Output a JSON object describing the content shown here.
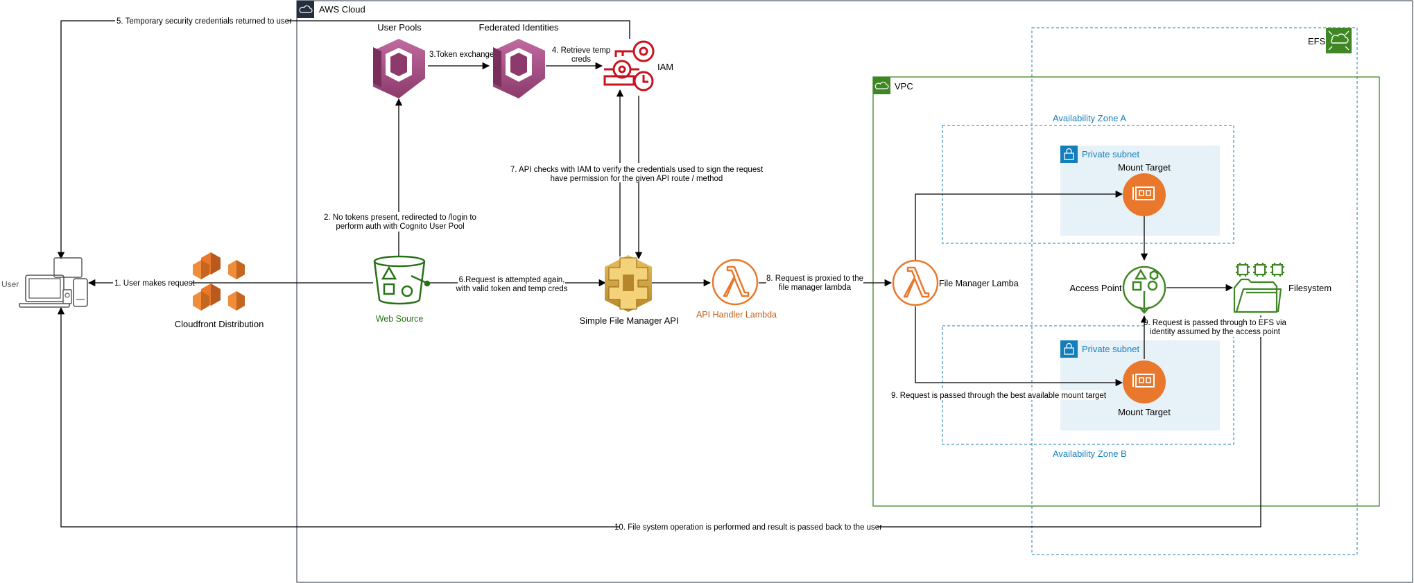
{
  "groups": {
    "aws_cloud": "AWS Cloud",
    "efs": "EFS",
    "vpc": "VPC",
    "az_a": "Availability Zone A",
    "az_b": "Availability Zone B",
    "subnet_a": "Private subnet",
    "subnet_b": "Private subnet"
  },
  "nodes": {
    "user": "User",
    "cloudfront": "Cloudfront Distribution",
    "user_pools": "User Pools",
    "federated": "Federated Identities",
    "iam": "IAM",
    "web_source": "Web Source",
    "api": "Simple File Manager API",
    "api_lambda": "API Handler Lambda",
    "fm_lambda": "File Manager Lamba",
    "mount_a": "Mount Target",
    "mount_b": "Mount Target",
    "access_point": "Access Point",
    "filesystem": "Filesystem"
  },
  "edges": {
    "e1": "1. User makes request",
    "e2_l1": "2. No tokens present, redirected to /login to",
    "e2_l2": "perform auth with Cognito User Pool",
    "e3": "3.Token exchange",
    "e4_l1": "4. Retrieve temp",
    "e4_l2": "creds",
    "e5": "5. Temporary security credentials returned to user",
    "e6_l1": "6.Request is attempted again,",
    "e6_l2": "with valid token and temp creds",
    "e7_l1": "7. API checks with IAM to verify the credentials used to sign the request",
    "e7_l2": "have permission for the given API route / method",
    "e8_l1": "8. Request is proxied to the",
    "e8_l2": "file manager lambda",
    "e9a": "9. Request is passed through the best available mount target",
    "e9b_l1": "9. Request is passed through to EFS via",
    "e9b_l2": "identity assumed by the access point",
    "e10": "10. File system operation is performed and result is passed back to the user"
  },
  "colors": {
    "cognito": "#B0508E",
    "iam": "#C7131F",
    "s3": "#277116",
    "api_gateway": "#D9A741",
    "lambda": "#E9782C",
    "efs": "#3F8624",
    "vpc": "#3F8624",
    "az": "#147EBA",
    "subnet_bg": "#E6F2F8",
    "aws_cloud": "#232F3E"
  }
}
